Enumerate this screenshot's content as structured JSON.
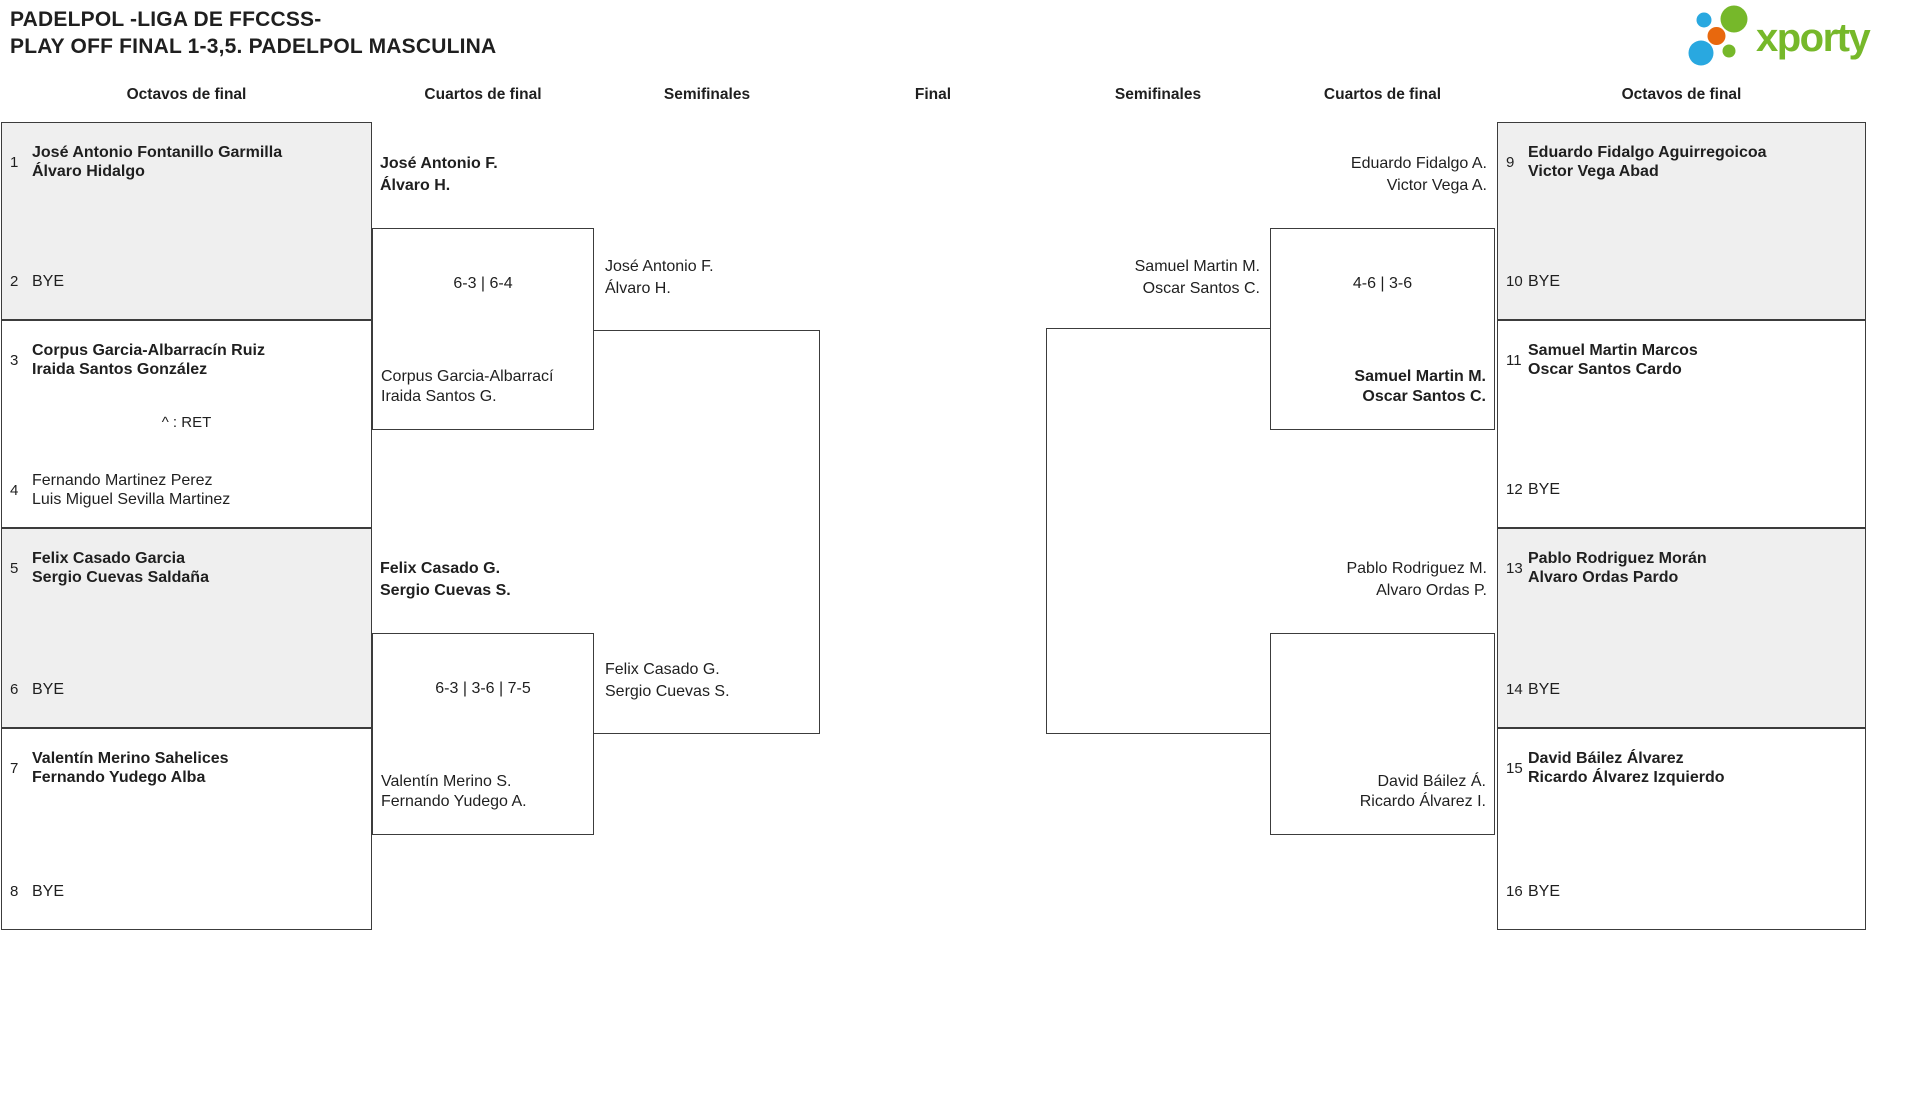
{
  "title": {
    "line1": "PADELPOL -LIGA DE FFCCSS-",
    "line2": "PLAY OFF FINAL 1-3,5. PADELPOL MASCULINA"
  },
  "logo": {
    "brand": "xporty"
  },
  "headers": {
    "octavos_left": "Octavos de final",
    "cuartos_left": "Cuartos de final",
    "semis_left": "Semifinales",
    "final": "Final",
    "semis_right": "Semifinales",
    "cuartos_right": "Cuartos de final",
    "octavos_right": "Octavos de final"
  },
  "colors": {
    "logo_green": "#76b82a",
    "logo_blue": "#29a8e0",
    "logo_orange": "#e8680d",
    "box_shade": "#efefef",
    "line": "#3c3c3c",
    "text": "#1f1f1f"
  },
  "octavos_left": [
    {
      "num_a": "1",
      "name_a1": "José Antonio Fontanillo Garmilla",
      "name_a2": "Álvaro Hidalgo",
      "num_b": "2",
      "bye_b": "BYE"
    },
    {
      "num_a": "3",
      "name_a1": "Corpus Garcia-Albarracín Ruiz",
      "name_a2": "Iraida Santos González",
      "note": "^ : RET",
      "num_b": "4",
      "name_b1": "Fernando Martinez Perez",
      "name_b2": "Luis Miguel Sevilla Martinez"
    },
    {
      "num_a": "5",
      "name_a1": "Felix Casado Garcia",
      "name_a2": "Sergio Cuevas Saldaña",
      "num_b": "6",
      "bye_b": "BYE"
    },
    {
      "num_a": "7",
      "name_a1": "Valentín Merino Sahelices",
      "name_a2": "Fernando Yudego Alba",
      "num_b": "8",
      "bye_b": "BYE"
    }
  ],
  "octavos_right": [
    {
      "num_a": "9",
      "name_a1": "Eduardo Fidalgo Aguirregoicoa",
      "name_a2": "Victor Vega Abad",
      "num_b": "10",
      "bye_b": "BYE"
    },
    {
      "num_a": "11",
      "name_a1": "Samuel Martin Marcos",
      "name_a2": "Oscar Santos Cardo",
      "num_b": "12",
      "bye_b": "BYE"
    },
    {
      "num_a": "13",
      "name_a1": "Pablo Rodriguez Morán",
      "name_a2": "Alvaro Ordas Pardo",
      "num_b": "14",
      "bye_b": "BYE"
    },
    {
      "num_a": "15",
      "name_a1": "David Báilez Álvarez",
      "name_a2": "Ricardo Álvarez Izquierdo",
      "num_b": "16",
      "bye_b": "BYE"
    }
  ],
  "cuartos_left": [
    {
      "top1": "José Antonio F.",
      "top2": "Álvaro H.",
      "score": "6-3 | 6-4",
      "bottom1": "Corpus Garcia-Albarrací",
      "bottom2": "Iraida Santos G."
    },
    {
      "top1": "Felix Casado G.",
      "top2": "Sergio Cuevas S.",
      "score": "6-3 | 3-6 | 7-5",
      "bottom1": "Valentín Merino S.",
      "bottom2": "Fernando Yudego A."
    }
  ],
  "cuartos_right": [
    {
      "top1": "Eduardo Fidalgo A.",
      "top2": "Victor Vega A.",
      "score": "4-6 | 3-6",
      "bottom1": "Samuel Martin M.",
      "bottom2": "Oscar Santos C."
    },
    {
      "top1": "Pablo Rodriguez M.",
      "top2": "Alvaro Ordas P.",
      "bottom1": "David Báilez Á.",
      "bottom2": "Ricardo Álvarez I."
    }
  ],
  "semis_left": [
    {
      "name1": "José Antonio F.",
      "name2": "Álvaro H."
    },
    {
      "name1": "Felix Casado G.",
      "name2": "Sergio Cuevas S."
    }
  ],
  "semis_right": [
    {
      "name1": "Samuel Martin M.",
      "name2": "Oscar Santos C."
    }
  ]
}
